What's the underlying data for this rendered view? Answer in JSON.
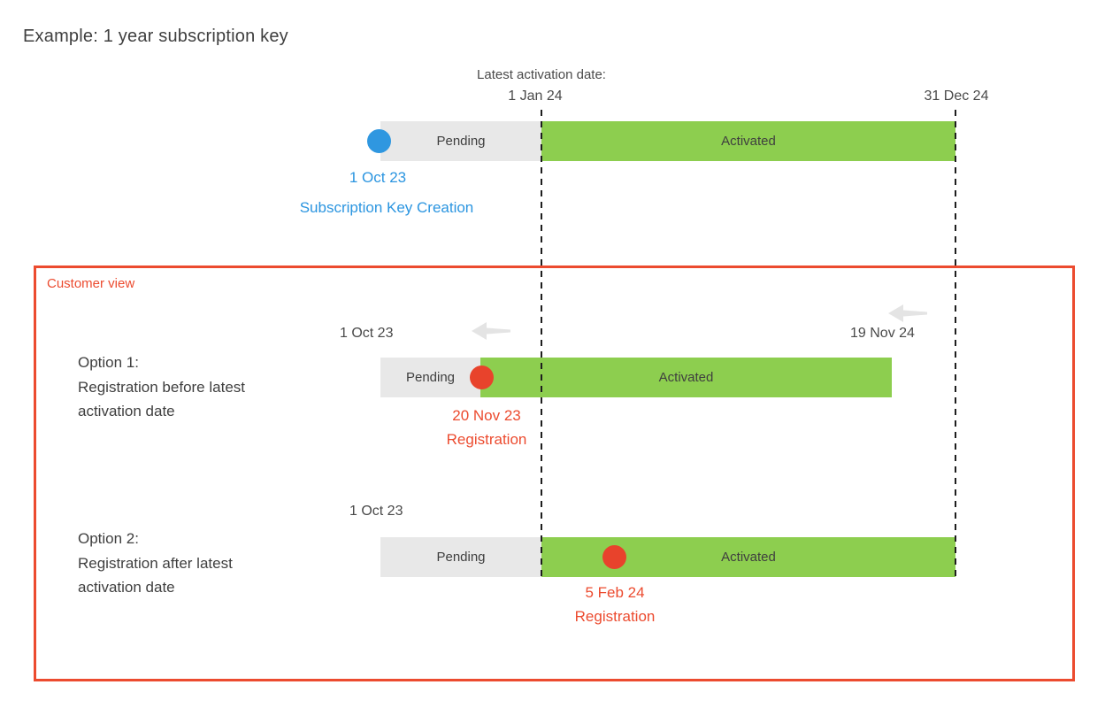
{
  "title": "Example: 1 year subscription key",
  "colors": {
    "activated_green": "#8DCE4F",
    "pending_gray": "#E8E8E8",
    "creation_blue": "#2F97E0",
    "customer_red": "#EC4B2F",
    "registration_dot_red": "#E8432C",
    "text_dark": "#3F3F3F"
  },
  "axis": {
    "latest_activation_label": "Latest activation date:",
    "latest_activation_date": "1 Jan 24",
    "end_date": "31 Dec 24"
  },
  "key_creation": {
    "pending_label": "Pending",
    "activated_label": "Activated",
    "date": "1 Oct 23",
    "caption": "Subscription Key Creation"
  },
  "customer_view": {
    "label": "Customer view",
    "options": [
      {
        "lines": [
          "Option 1:",
          "Registration before latest",
          "activation date"
        ],
        "start_date": "1 Oct 23",
        "end_date": "19 Nov 24",
        "pending_label": "Pending",
        "activated_label": "Activated",
        "registration_date": "20 Nov 23",
        "registration_label": "Registration"
      },
      {
        "lines": [
          "Option 2:",
          "Registration after latest",
          "activation date"
        ],
        "start_date": "1 Oct 23",
        "pending_label": "Pending",
        "activated_label": "Activated",
        "registration_date": "5 Feb 24",
        "registration_label": "Registration"
      }
    ]
  }
}
